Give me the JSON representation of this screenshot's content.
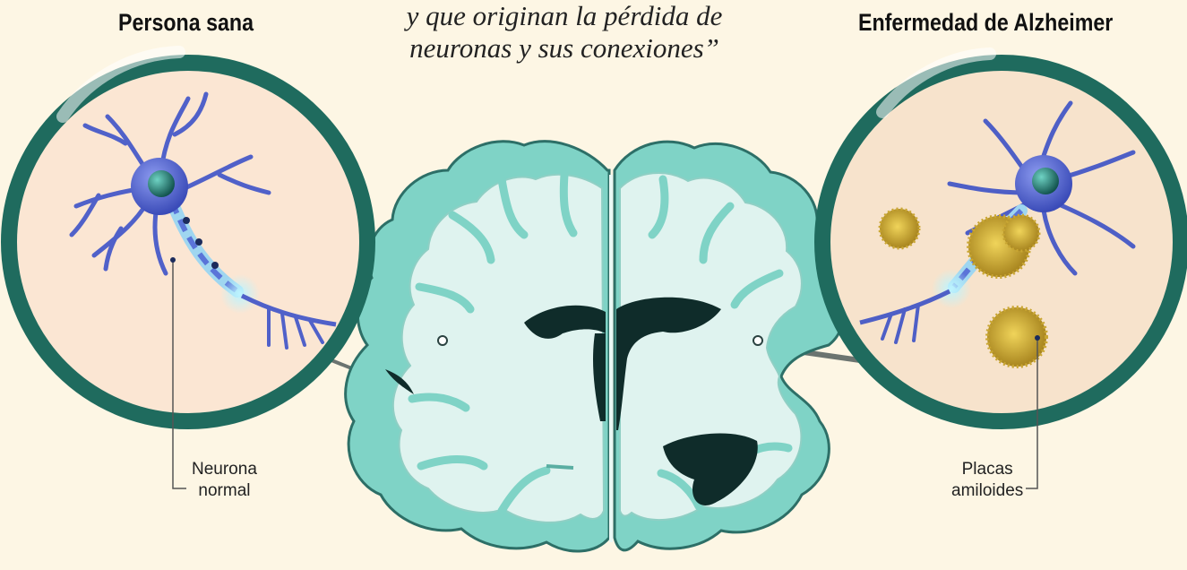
{
  "titles": {
    "left": "Persona sana",
    "right": "Enfermedad de Alzheimer"
  },
  "quote": {
    "line1": "y que originan la pérdida de",
    "line2": "neuronas y sus conexiones”"
  },
  "labels": {
    "healthy_neuron": {
      "line1": "Neurona",
      "line2": "normal"
    },
    "plaques": {
      "line1": "Placas",
      "line2": "amiloides"
    }
  },
  "colors": {
    "background": "#fdf6e4",
    "circle_ring": "#1f6b5e",
    "circle_fill": "#fbe6d3",
    "brain_fill": "#7fd3c6",
    "brain_white_matter": "#dff3ef",
    "ventricle": "#0f2c2a",
    "neuron": "#5061c9",
    "plaque": "#c9a632"
  }
}
